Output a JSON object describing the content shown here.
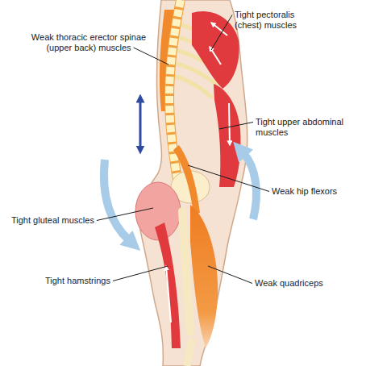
{
  "diagram": {
    "labels": [
      "Weak thoracic erector spinae (upper back) muscles",
      "Tight pectoralis (chest) muscles",
      "Tight upper abdominal muscles",
      "Weak hip flexors",
      "Tight gluteal muscles",
      "Tight hamstrings",
      "Weak quadriceps"
    ]
  }
}
